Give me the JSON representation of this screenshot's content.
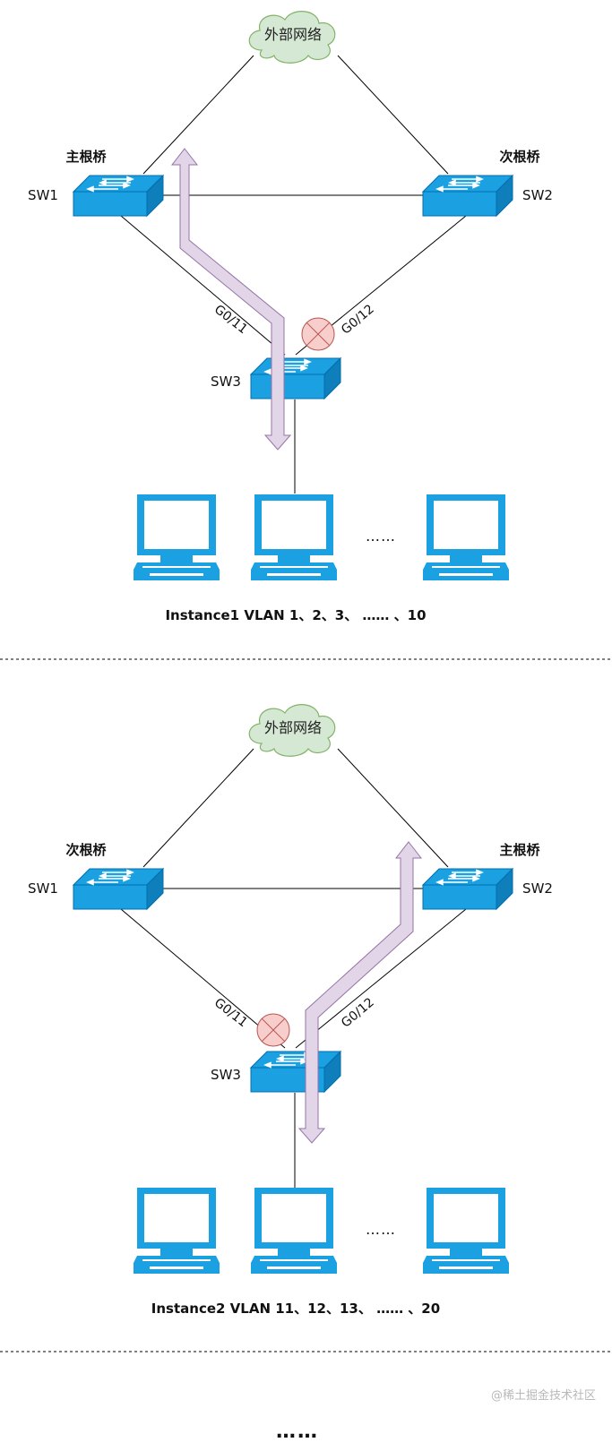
{
  "diagrams": [
    {
      "cloud_label": "外部网络",
      "sw1": {
        "name": "SW1",
        "role": "主根桥"
      },
      "sw2": {
        "name": "SW2",
        "role": "次根桥"
      },
      "sw3": {
        "name": "SW3"
      },
      "port_left": "G0/11",
      "port_right": "G0/12",
      "blocked_port": "G0/12",
      "pc_ellipsis": "……",
      "caption": "Instance1 VLAN 1、2、3、 …… 、10"
    },
    {
      "cloud_label": "外部网络",
      "sw1": {
        "name": "SW1",
        "role": "次根桥"
      },
      "sw2": {
        "name": "SW2",
        "role": "主根桥"
      },
      "sw3": {
        "name": "SW3"
      },
      "port_left": "G0/11",
      "port_right": "G0/12",
      "blocked_port": "G0/11",
      "pc_ellipsis": "……",
      "caption": "Instance2 VLAN 11、12、13、 …… 、20"
    }
  ],
  "more_indicator": "……",
  "watermark": "@稀土掘金技术社区",
  "colors": {
    "switch_fill": "#1ba1e2",
    "switch_stroke": "#006eaf",
    "cloud_fill": "#d5e8d4",
    "cloud_stroke": "#82b366",
    "arrow_fill": "#e1d5e7",
    "arrow_stroke": "#9673a6",
    "blocked_fill": "#f8cecc",
    "blocked_stroke": "#b85450",
    "pc_fill": "#1ba1e2"
  }
}
